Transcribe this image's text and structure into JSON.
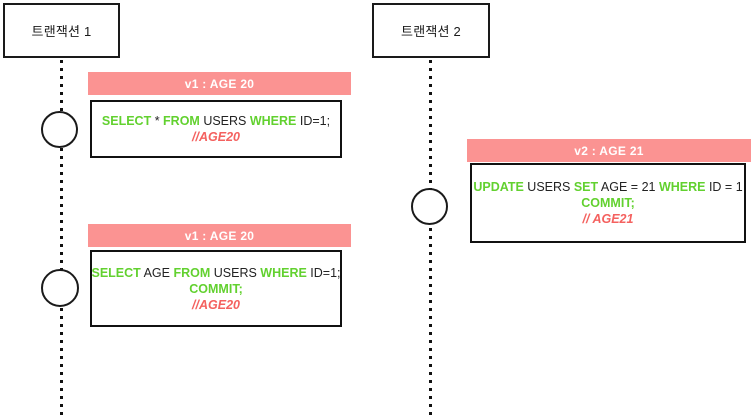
{
  "diagram": {
    "title_kind": "transaction-sequence-diagram",
    "background": "#ffffff",
    "colors": {
      "banner_pink": "#fb9392",
      "keyword_green": "#62d12f",
      "comment_red": "#f4615f",
      "stroke_black": "#1a1a1a",
      "banner_text": "#ffffff"
    }
  },
  "participants": [
    {
      "id": "t1",
      "label": "트랜잭션 1"
    },
    {
      "id": "t2",
      "label": "트랜잭션 2"
    }
  ],
  "blocks": [
    {
      "id": "t1-read-1",
      "banner": "v1 : AGE 20",
      "lines": [
        {
          "parts": [
            {
              "text": "SELECT",
              "style": "kw"
            },
            {
              "text": " * ",
              "style": "plain"
            },
            {
              "text": "FROM",
              "style": "kw"
            },
            {
              "text": " USERS ",
              "style": "plain"
            },
            {
              "text": "WHERE",
              "style": "kw"
            },
            {
              "text": " ID=1;",
              "style": "plain"
            }
          ]
        },
        {
          "parts": [
            {
              "text": "//AGE20",
              "style": "comment"
            }
          ]
        }
      ]
    },
    {
      "id": "t1-read-2",
      "banner": "v1 : AGE 20",
      "lines": [
        {
          "parts": [
            {
              "text": "SELECT",
              "style": "kw"
            },
            {
              "text": " AGE ",
              "style": "plain"
            },
            {
              "text": "FROM",
              "style": "kw"
            },
            {
              "text": " USERS ",
              "style": "plain"
            },
            {
              "text": "WHERE",
              "style": "kw"
            },
            {
              "text": " ID=1;",
              "style": "plain"
            }
          ]
        },
        {
          "parts": [
            {
              "text": "COMMIT;",
              "style": "kw"
            }
          ]
        },
        {
          "parts": [
            {
              "text": "//AGE20",
              "style": "comment"
            }
          ]
        }
      ]
    },
    {
      "id": "t2-update-1",
      "banner": "v2 : AGE 21",
      "lines": [
        {
          "parts": [
            {
              "text": "UPDATE",
              "style": "kw"
            },
            {
              "text": " USERS  ",
              "style": "plain"
            },
            {
              "text": "SET",
              "style": "kw"
            },
            {
              "text": " AGE = 21 ",
              "style": "plain"
            },
            {
              "text": "WHERE",
              "style": "kw"
            },
            {
              "text": "  ID = 1",
              "style": "plain"
            }
          ]
        },
        {
          "parts": [
            {
              "text": "COMMIT;",
              "style": "kw"
            }
          ]
        },
        {
          "parts": [
            {
              "text": "// AGE21",
              "style": "comment"
            }
          ]
        }
      ]
    }
  ]
}
